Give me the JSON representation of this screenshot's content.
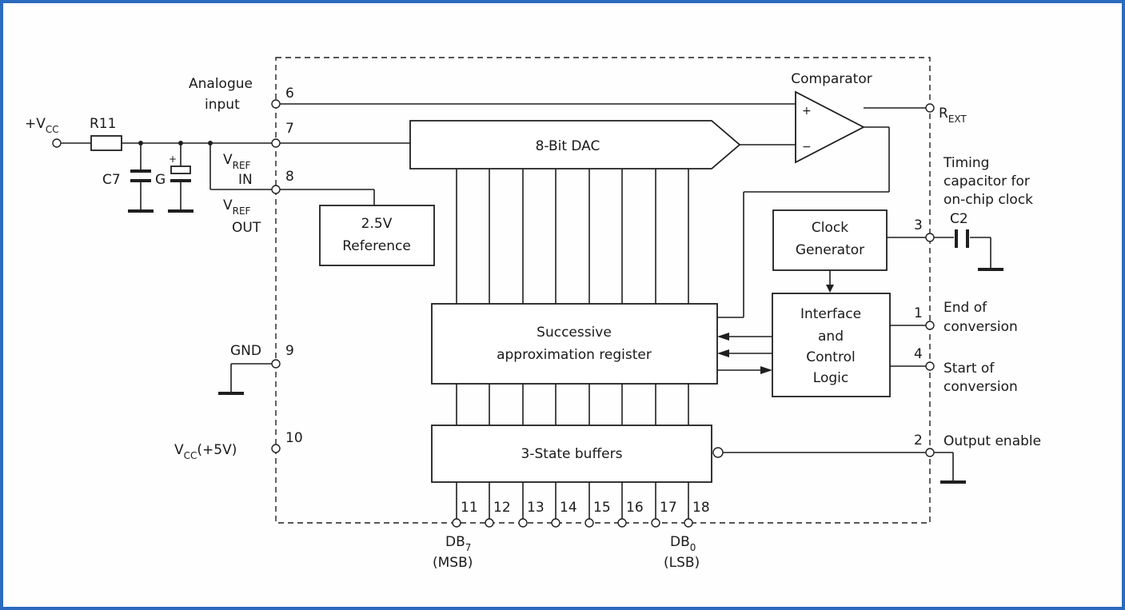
{
  "blocks": {
    "dac": "8-Bit DAC",
    "reference_line1": "2.5V",
    "reference_line2": "Reference",
    "sar_line1": "Successive",
    "sar_line2": "approximation register",
    "buffers": "3-State buffers",
    "clock_line1": "Clock",
    "clock_line2": "Generator",
    "icl_line1": "Interface",
    "icl_line2": "and",
    "icl_line3": "Control",
    "icl_line4": "Logic",
    "comparator": "Comparator"
  },
  "external": {
    "vcc_main": "V",
    "vcc_main_prefix": "+",
    "vcc_main_sub": "CC",
    "r11": "R11",
    "c7": "C7",
    "g": "G",
    "c2": "C2",
    "timing_line1": "Timing",
    "timing_line2": "capacitor for",
    "timing_line3": "on-chip clock"
  },
  "pins": {
    "analogue_line1": "Analogue",
    "analogue_line2": "input",
    "vref_in_v": "V",
    "vref_in_sub": "REF",
    "vref_in_word": "IN",
    "vref_out_v": "V",
    "vref_out_sub": "REF",
    "vref_out_word": "OUT",
    "gnd": "GND",
    "vcc5_v": "V",
    "vcc5_sub": "CC",
    "vcc5_rest": "(+5V)",
    "rext_r": "R",
    "rext_sub": "EXT",
    "eoc_line1": "End of",
    "eoc_line2": "conversion",
    "soc_line1": "Start of",
    "soc_line2": "conversion",
    "oe": "Output enable",
    "db7": "DB",
    "db7_sub": "7",
    "msb": "(MSB)",
    "db0": "DB",
    "db0_sub": "0",
    "lsb": "(LSB)",
    "numbers": {
      "p1": "1",
      "p2": "2",
      "p3": "3",
      "p4": "4",
      "p6": "6",
      "p7": "7",
      "p8": "8",
      "p9": "9",
      "p10": "10"
    },
    "data_pins": [
      "11",
      "12",
      "13",
      "14",
      "15",
      "16",
      "17",
      "18"
    ]
  },
  "comparator_signs": {
    "plus": "+",
    "minus": "−"
  },
  "colors": {
    "frame": "#2b6bbf",
    "ink": "#1f1f1f"
  }
}
